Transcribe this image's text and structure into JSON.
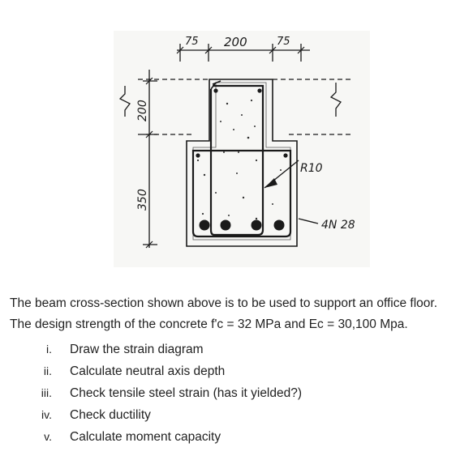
{
  "figure": {
    "dims": {
      "top_left": "75",
      "top_mid": "200",
      "top_right": "75",
      "left_upper": "200",
      "left_lower": "350"
    },
    "labels": {
      "ligature": "R10",
      "bars": "4N 28"
    }
  },
  "problem": {
    "line1": "The beam cross-section shown above is to be used to support an office floor.",
    "line2": "The design strength of the concrete f'c = 32 MPa and Ec = 30,100 Mpa.",
    "tasks": [
      {
        "num": "i.",
        "text": "Draw the strain diagram"
      },
      {
        "num": "ii.",
        "text": "Calculate neutral axis depth"
      },
      {
        "num": "iii.",
        "text": "Check tensile steel strain (has it yielded?)"
      },
      {
        "num": "iv.",
        "text": "Check ductility"
      },
      {
        "num": "v.",
        "text": "Calculate moment capacity"
      }
    ]
  }
}
